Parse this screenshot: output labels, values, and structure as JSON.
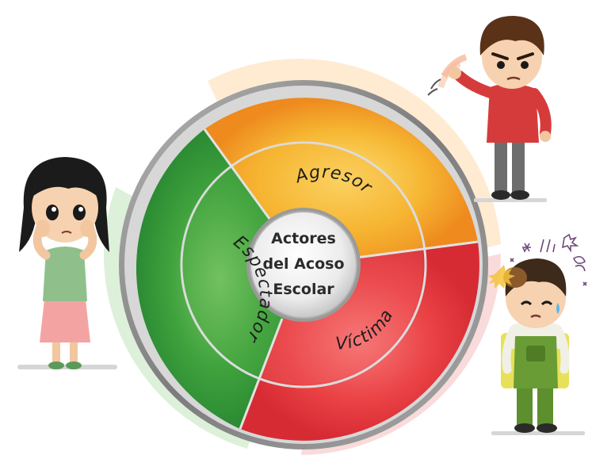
{
  "center": {
    "line1": "Actores",
    "line2": "del Acoso",
    "line3": "Escolar"
  },
  "segments": {
    "agresor": "Agresor",
    "victima": "Víctima",
    "espectador": "Espectador"
  },
  "colors": {
    "agresor": "#f5a623",
    "victima": "#e8383d",
    "espectador": "#3c9b3c",
    "rim": "#8f8f8f",
    "divider": "#d9d9d9"
  },
  "icons": {
    "characters": [
      "girl-bystander-icon",
      "boy-aggressor-icon",
      "boy-victim-icon"
    ],
    "effects": [
      "pain-stars-icon"
    ]
  }
}
